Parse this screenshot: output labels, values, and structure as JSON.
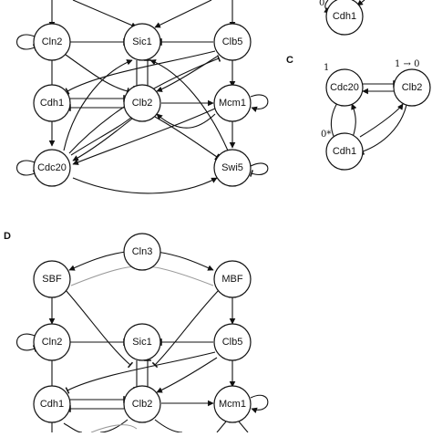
{
  "panels": [
    {
      "id": "B",
      "label": "",
      "nodes": [
        "Cln2",
        "Sic1",
        "Clb5",
        "Cdh1",
        "Clb2",
        "Mcm1",
        "Cdc20",
        "Swi5"
      ]
    },
    {
      "id": "top-right",
      "label": "",
      "nodes": [
        "Cdh1"
      ],
      "annotation": "0"
    },
    {
      "id": "C",
      "label": "C",
      "nodes": [
        "Cdc20",
        "Clb2",
        "Cdh1"
      ],
      "annotations": [
        "1",
        "1 → 0",
        "0*"
      ]
    },
    {
      "id": "D",
      "label": "D",
      "nodes": [
        "Cln3",
        "SBF",
        "MBF",
        "Cln2",
        "Sic1",
        "Clb5",
        "Cdh1",
        "Clb2",
        "Mcm1"
      ]
    }
  ],
  "colors": {
    "stroke": "#111111",
    "inhibit_light": "#9a9a9a",
    "background": "#ffffff"
  }
}
